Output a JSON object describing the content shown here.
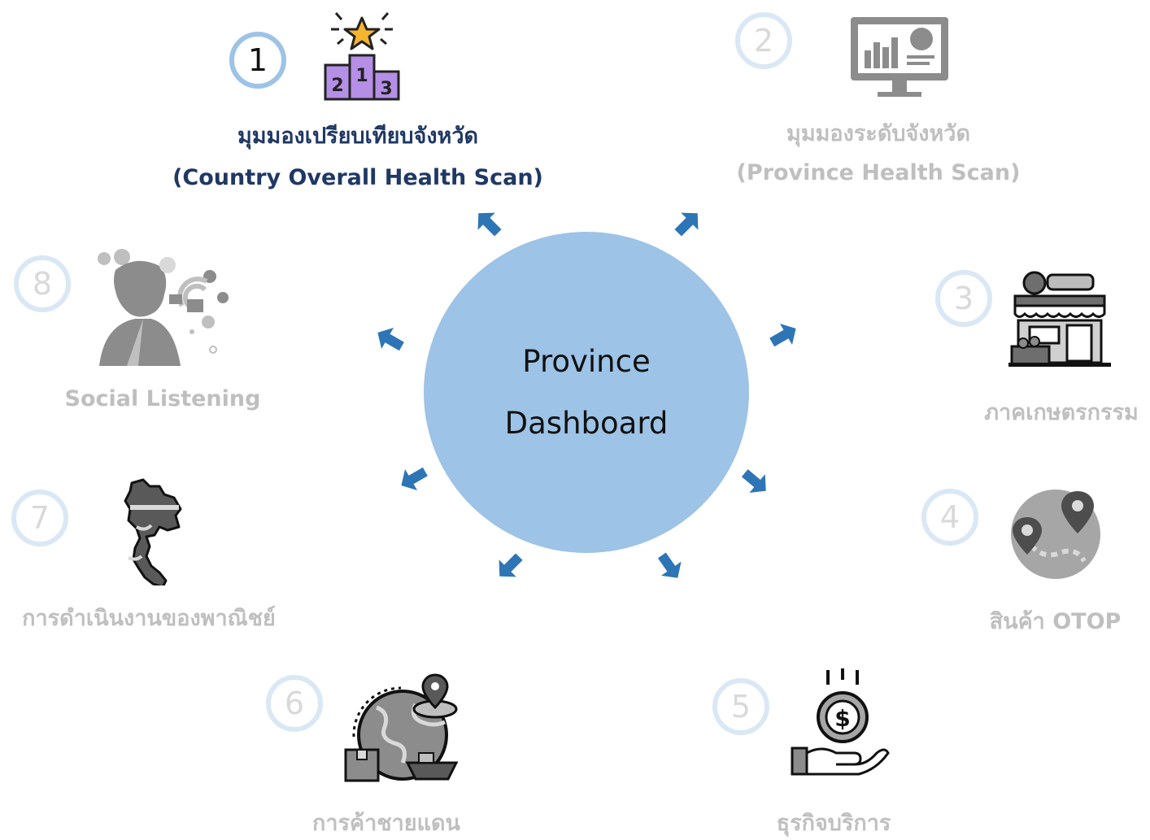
{
  "center": {
    "line1": "Province",
    "line2": "Dashboard"
  },
  "accent_color": "#9dc3e6",
  "arrow_color": "#2e75b6",
  "items": [
    {
      "num": "1",
      "title": "มุมมองเปรียบเทียบจังหวัด",
      "subtitle": "(Country Overall Health Scan)",
      "icon": "podium-star-icon",
      "active": true
    },
    {
      "num": "2",
      "title": "มุมมองระดับจังหวัด",
      "subtitle": "(Province Health Scan)",
      "icon": "monitor-chart-icon",
      "active": false
    },
    {
      "num": "3",
      "title": "ภาคเกษตรกรรม",
      "icon": "market-stall-icon",
      "active": false
    },
    {
      "num": "4",
      "title": "สินค้า OTOP",
      "icon": "map-route-icon",
      "active": false
    },
    {
      "num": "5",
      "title": "ธุรกิจบริการ",
      "icon": "hand-money-icon",
      "active": false
    },
    {
      "num": "6",
      "title": "การค้าชายแดน",
      "icon": "globe-trade-icon",
      "active": false
    },
    {
      "num": "7",
      "title": "การดำเนินงานของพาณิชย์",
      "icon": "thailand-map-icon",
      "active": false
    },
    {
      "num": "8",
      "title": "Social Listening",
      "icon": "social-listening-icon",
      "active": false
    }
  ]
}
